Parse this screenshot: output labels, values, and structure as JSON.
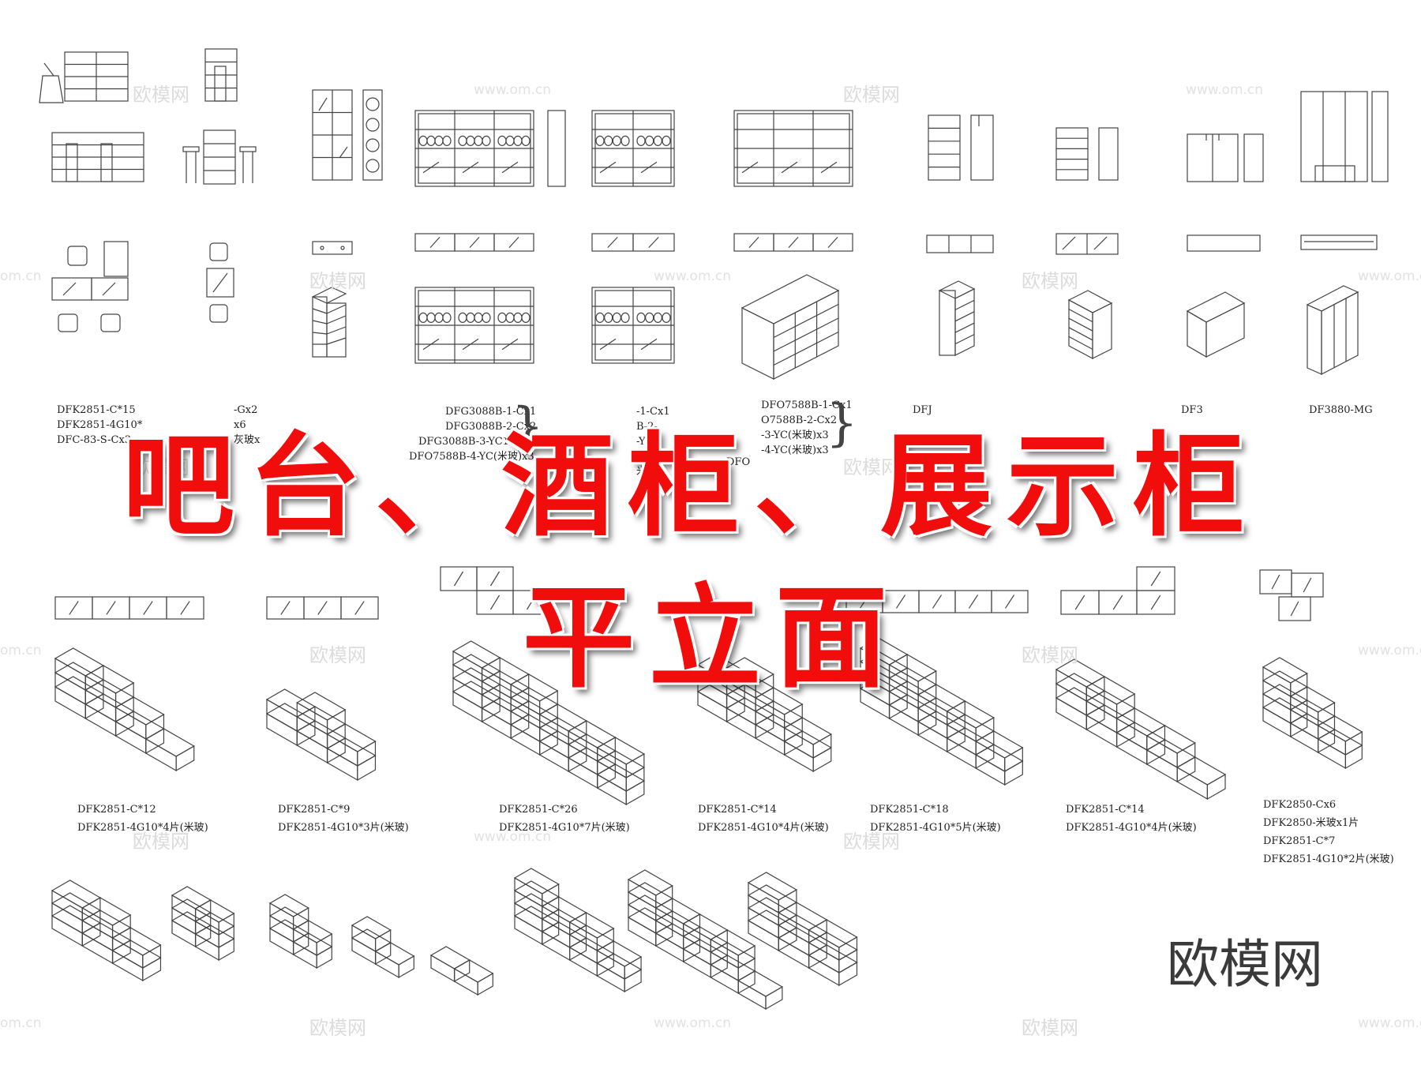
{
  "title_line1": "吧台、酒柜、展示柜",
  "title_line2": "平立面",
  "brand": "欧模网",
  "watermark_text": "欧模网",
  "watermark_url": "www.om.cn",
  "partial_url": "om.cn",
  "labels": {
    "bar_a": [
      "DFK2851-C*15",
      "DFK2851-4G10*",
      "DFC-83-S-Cx3"
    ],
    "bar_b": [
      "-Gx2",
      "x6",
      "灰玻x"
    ],
    "wine_a": [
      "DFG3088B-1-Cx1",
      "DFG3088B-2-Cx2",
      "DFG3088B-3-YC10x3",
      "DFO7588B-4-YC(米玻)x3"
    ],
    "wine_b": [
      "-1-Cx1",
      "B-2-",
      "-YC1",
      "-YC(",
      "米玻)"
    ],
    "display_a": [
      "DFO7588B-1-Cx1",
      "O7588B-2-Cx2",
      "-3-YC(米玻)x3",
      "-4-YC(米玻)x3"
    ],
    "display_b": [
      "DFO"
    ],
    "cab_1": [
      "DFJ"
    ],
    "cab_3": [
      "DF3"
    ],
    "cab_4": [
      "DF3880-MG"
    ],
    "stack_1": [
      "DFK2851-C*12",
      "DFK2851-4G10*4片(米玻)"
    ],
    "stack_2": [
      "DFK2851-C*9",
      "DFK2851-4G10*3片(米玻)"
    ],
    "stack_3": [
      "DFK2851-C*26",
      "DFK2851-4G10*7片(米玻)"
    ],
    "stack_4": [
      "DFK2851-C*14",
      "DFK2851-4G10*4片(米玻)"
    ],
    "stack_5": [
      "DFK2851-C*18",
      "DFK2851-4G10*5片(米玻)"
    ],
    "stack_6": [
      "DFK2851-C*14",
      "DFK2851-4G10*4片(米玻)"
    ],
    "stack_7": [
      "DFK2850-Cx6",
      "DFK2850-米玻x1片",
      "DFK2851-C*7",
      "DFK2851-4G10*2片(米玻)"
    ]
  },
  "colors": {
    "title": "#f20d0d",
    "line": "#444444",
    "watermark": "#dcdcdc",
    "brand": "#3a3a3a"
  }
}
